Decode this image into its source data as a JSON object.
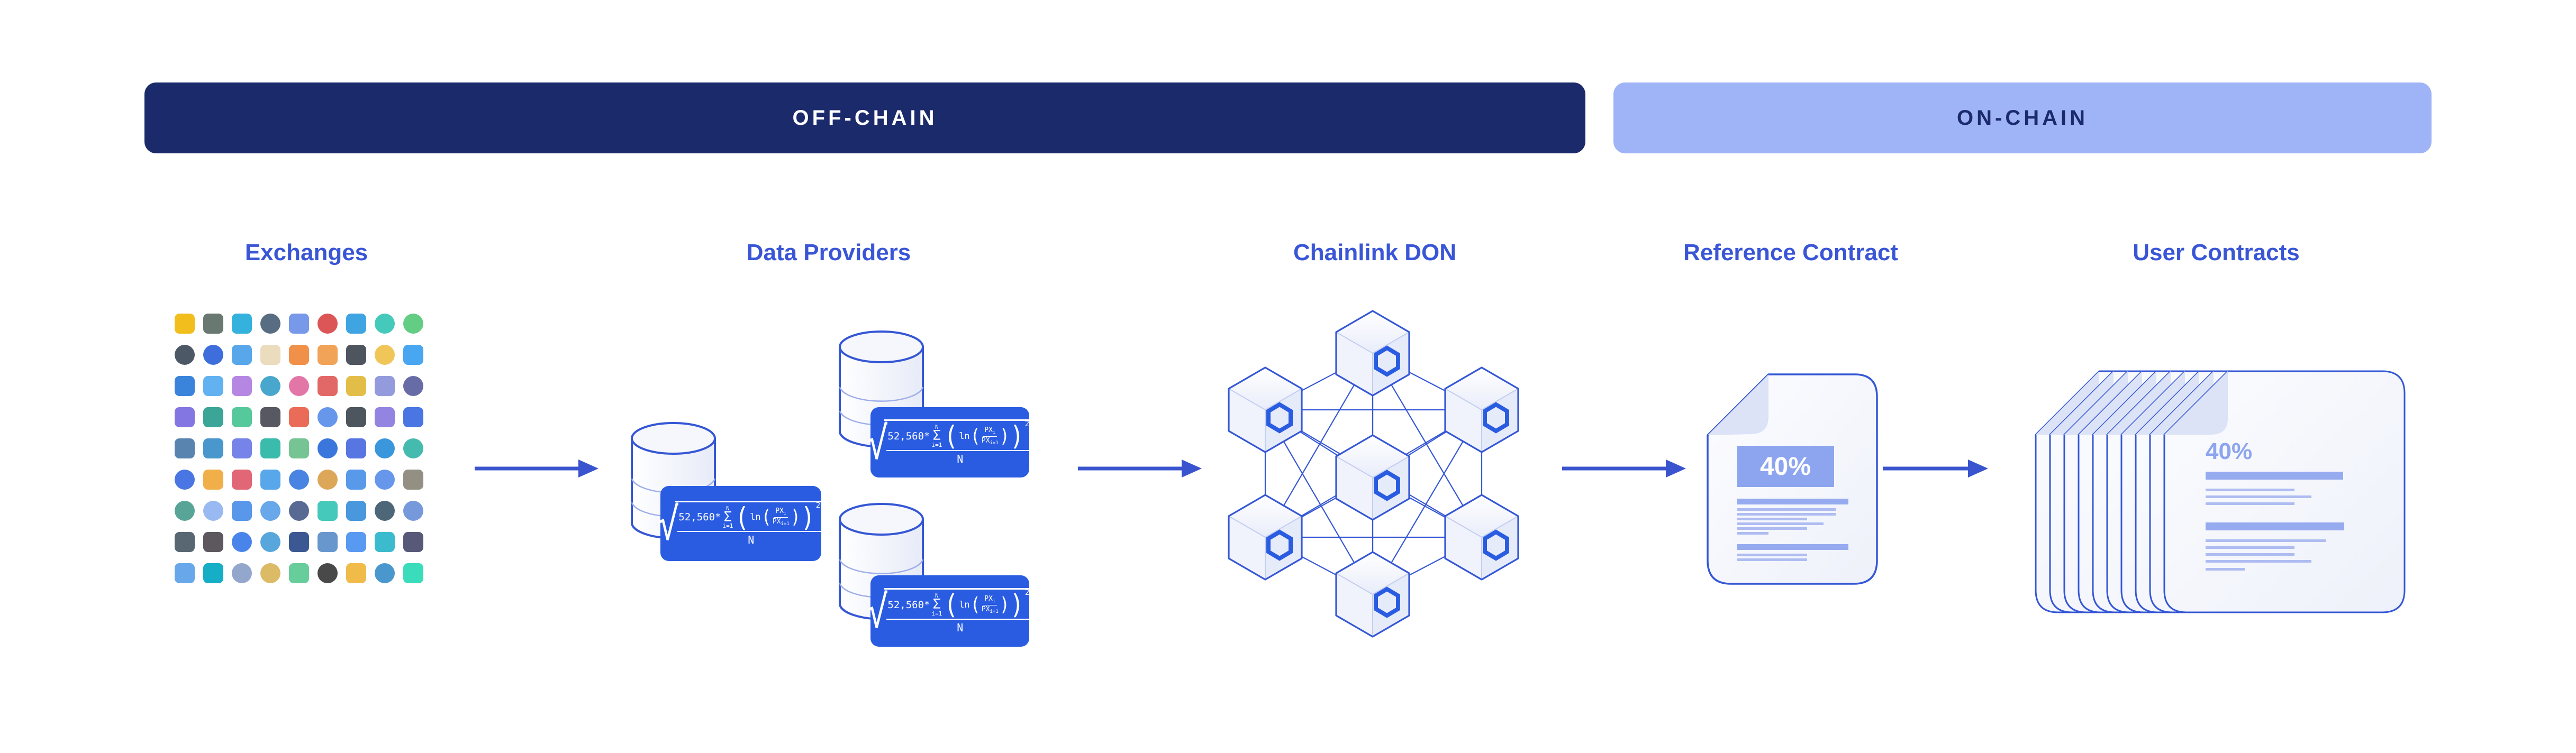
{
  "banners": {
    "off_chain": "OFF-CHAIN",
    "on_chain": "ON-CHAIN"
  },
  "sections": {
    "exchanges": "Exchanges",
    "data_providers": "Data Providers",
    "chainlink_don": "Chainlink DON",
    "reference_contract": "Reference Contract",
    "user_contracts": "User Contracts"
  },
  "formula": {
    "radical": "√",
    "prefix": "52,560*",
    "sigma": "Σ",
    "sigma_upper": "N",
    "sigma_lower": "i=1",
    "ln": "ln",
    "inner_numer_base": "PX",
    "inner_numer_sub": "i",
    "inner_denom_base": "PX",
    "inner_denom_sub": "i=1",
    "exponent": "2",
    "denominator": "N"
  },
  "reference_contract": {
    "percent": "40%"
  },
  "user_contracts": {
    "percent": "40%",
    "sheet_count": 10
  },
  "don": {
    "node_count": 7
  },
  "exchanges": {
    "icons": [
      [
        "#F0B90B",
        "s"
      ],
      [
        "#5C6E66",
        "s"
      ],
      [
        "#24AADB",
        "s"
      ],
      [
        "#4A6077",
        "c"
      ],
      [
        "#6C8FE8",
        "s"
      ],
      [
        "#D9484A",
        "c"
      ],
      [
        "#2F9DE0",
        "s"
      ],
      [
        "#35C4B5",
        "c"
      ],
      [
        "#57C979",
        "c"
      ],
      [
        "#3E4A5A",
        "c"
      ],
      [
        "#2E62D9",
        "c"
      ],
      [
        "#4AA0E8",
        "s"
      ],
      [
        "#EAD9B8",
        "s"
      ],
      [
        "#F0883A",
        "s"
      ],
      [
        "#F09B4A",
        "s"
      ],
      [
        "#404650",
        "s"
      ],
      [
        "#F0C14A",
        "c"
      ],
      [
        "#3A9EF0",
        "s"
      ],
      [
        "#2979D9",
        "s"
      ],
      [
        "#55AAF0",
        "s"
      ],
      [
        "#B07DE0",
        "s"
      ],
      [
        "#3AA0C9",
        "c"
      ],
      [
        "#E06AA0",
        "c"
      ],
      [
        "#E05A5A",
        "s"
      ],
      [
        "#E0B83A",
        "s"
      ],
      [
        "#8A93D9",
        "s"
      ],
      [
        "#5A5FA0",
        "c"
      ],
      [
        "#7A6AE0",
        "s"
      ],
      [
        "#2A9D8F",
        "s"
      ],
      [
        "#46C493",
        "s"
      ],
      [
        "#4A4A55",
        "s"
      ],
      [
        "#E8604A",
        "s"
      ],
      [
        "#5A8EE8",
        "c"
      ],
      [
        "#3E4650",
        "s"
      ],
      [
        "#8A7AE0",
        "s"
      ],
      [
        "#3A6AE0",
        "s"
      ],
      [
        "#4A7AA8",
        "s"
      ],
      [
        "#3A8EC9",
        "s"
      ],
      [
        "#6A7AE8",
        "s"
      ],
      [
        "#2AB5A5",
        "s"
      ],
      [
        "#6ABF8A",
        "s"
      ],
      [
        "#2A6AD9",
        "c"
      ],
      [
        "#4A6AE0",
        "s"
      ],
      [
        "#2A8ED9",
        "c"
      ],
      [
        "#35B5A8",
        "c"
      ],
      [
        "#3A6AE0",
        "c"
      ],
      [
        "#F0A83A",
        "s"
      ],
      [
        "#E05A6A",
        "s"
      ],
      [
        "#4AA0E8",
        "s"
      ],
      [
        "#3A7AE0",
        "c"
      ],
      [
        "#D9A04A",
        "c"
      ],
      [
        "#4A90E8",
        "s"
      ],
      [
        "#5A8EE8",
        "c"
      ],
      [
        "#8A8578",
        "s"
      ],
      [
        "#4A9D8F",
        "c"
      ],
      [
        "#8FB3F0",
        "c"
      ],
      [
        "#4A8EE8",
        "s"
      ],
      [
        "#5AA0E8",
        "c"
      ],
      [
        "#4A5D8A",
        "c"
      ],
      [
        "#35C4B5",
        "s"
      ],
      [
        "#3A8ED9",
        "s"
      ],
      [
        "#3E5A6E",
        "c"
      ],
      [
        "#6A90D9",
        "c"
      ],
      [
        "#4A5A66",
        "s"
      ],
      [
        "#4E4A50",
        "s"
      ],
      [
        "#3A7AE8",
        "c"
      ],
      [
        "#4AA0D9",
        "c"
      ],
      [
        "#2A4A8A",
        "s"
      ],
      [
        "#5A8EC9",
        "s"
      ],
      [
        "#4A90F0",
        "s"
      ],
      [
        "#2AB5C9",
        "s"
      ],
      [
        "#4A4A6E",
        "s"
      ],
      [
        "#5AA0E8",
        "s"
      ],
      [
        "#02A6C2",
        "s"
      ],
      [
        "#8AA0C9",
        "c"
      ],
      [
        "#D9B55A",
        "c"
      ],
      [
        "#5AC993",
        "s"
      ],
      [
        "#3A3A3A",
        "c"
      ],
      [
        "#F0B53A",
        "s"
      ],
      [
        "#3A8EC9",
        "c"
      ],
      [
        "#2AD9B5",
        "s"
      ]
    ]
  },
  "colors": {
    "brand_blue": "#3557D5",
    "formula_blue": "#2A5CE2",
    "arrow_blue": "#3A53CE",
    "navy": "#1B2A6B",
    "on_chain_bg": "#9FB4F6",
    "title_blue": "#3A56D6",
    "badge": "#8CA5EE",
    "bar_thick": "#96ABEF",
    "bar_thin": "#AEBCF2"
  }
}
